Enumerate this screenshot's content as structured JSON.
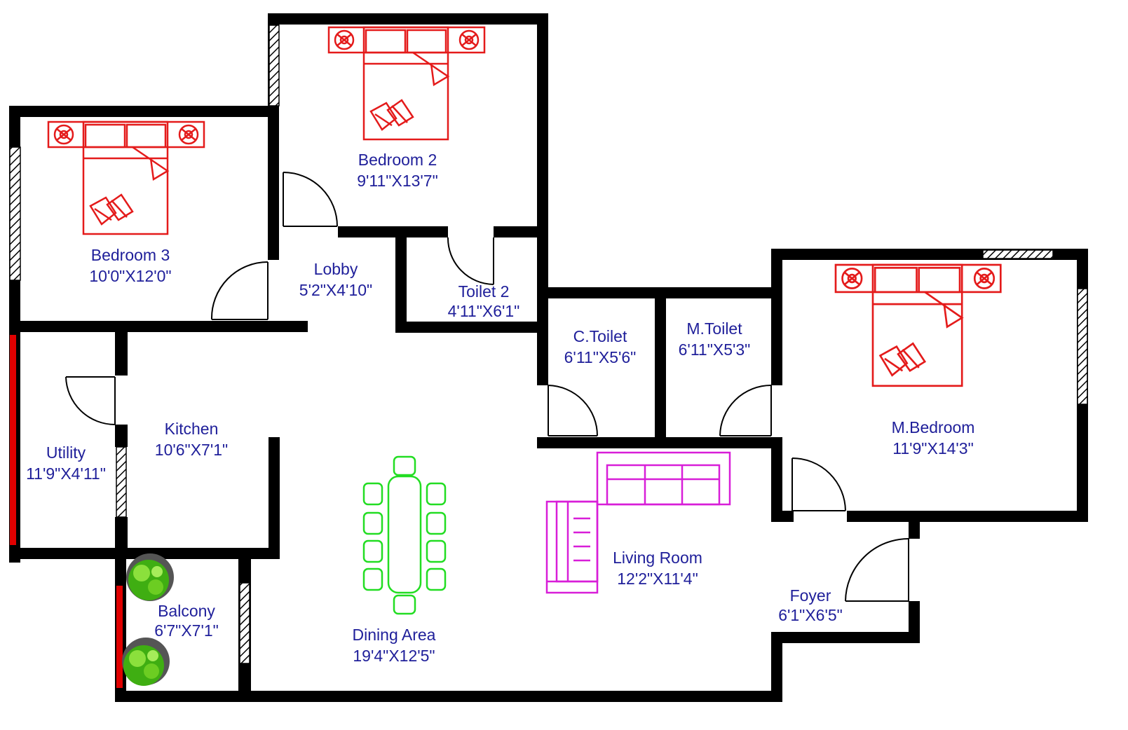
{
  "rooms": {
    "bedroom2": {
      "name": "Bedroom 2",
      "size": "9'11\"X13'7\""
    },
    "bedroom3": {
      "name": "Bedroom 3",
      "size": "10'0\"X12'0\""
    },
    "lobby": {
      "name": "Lobby",
      "size": "5'2\"X4'10\""
    },
    "toilet2": {
      "name": "Toilet 2",
      "size": "4'11\"X6'1\""
    },
    "ctoilet": {
      "name": "C.Toilet",
      "size": "6'11\"X5'6\""
    },
    "mtoilet": {
      "name": "M.Toilet",
      "size": "6'11\"X5'3\""
    },
    "mbedroom": {
      "name": "M.Bedroom",
      "size": "11'9\"X14'3\""
    },
    "kitchen": {
      "name": "Kitchen",
      "size": "10'6\"X7'1\""
    },
    "utility": {
      "name": "Utility",
      "size": "11'9\"X4'11\""
    },
    "living": {
      "name": "Living Room",
      "size": "12'2\"X11'4\""
    },
    "balcony": {
      "name": "Balcony",
      "size": "6'7\"X7'1\""
    },
    "dining": {
      "name": "Dining Area",
      "size": "19'4\"X12'5\""
    },
    "foyer": {
      "name": "Foyer",
      "size": "6'1\"X6'5\""
    }
  },
  "colors": {
    "wall": "#000000",
    "label": "#1f1f9a",
    "bed": "#e41b1b",
    "sofa": "#d81ed8",
    "dining": "#22dd22",
    "balcony_rail": "#e00000",
    "plant": "#4cc21a"
  },
  "icons": [
    "bed-icon",
    "sofa-icon",
    "dining-table-icon",
    "plant-icon",
    "door-swing-icon",
    "window-icon"
  ]
}
